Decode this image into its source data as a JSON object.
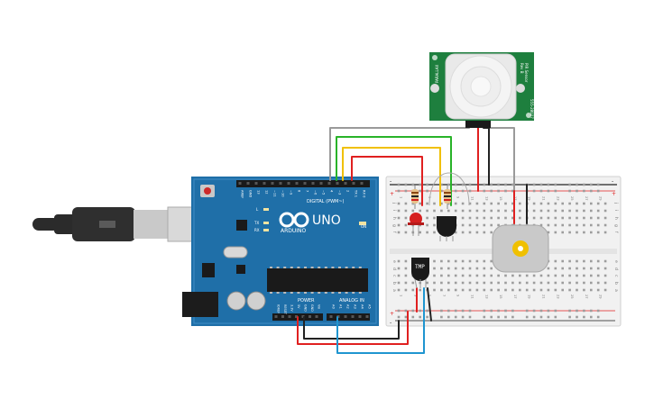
{
  "arduino": {
    "model_label": "UNO",
    "brand_label": "ARDUINO",
    "digital_header_label": "DIGITAL (PWM~)",
    "power_header_label": "POWER",
    "analog_header_label": "ANALOG IN",
    "on_label": "ON",
    "led_labels": {
      "l": "L",
      "tx": "TX",
      "rx": "RX"
    },
    "digital_pin_labels": [
      "AREF",
      "GND",
      "13",
      "12",
      "~11",
      "~10",
      "~9",
      "8",
      "7",
      "~6",
      "~5",
      "4",
      "~3",
      "2",
      "TX 1",
      "RX 0"
    ],
    "power_pin_labels": [
      "IOREF",
      "RESET",
      "3.3V",
      "5V",
      "GND",
      "GND",
      "Vin"
    ],
    "analog_pin_labels": [
      "A0",
      "A1",
      "A2",
      "A3",
      "A4",
      "A5"
    ]
  },
  "pir_sensor": {
    "side_text_left": "PARALLAX",
    "side_text_right_1": "PIR Sensor",
    "side_text_right_2": "555-28027",
    "side_text_right_3": "Rev B"
  },
  "temp_sensor": {
    "label": "TMP"
  },
  "breadboard": {
    "row_letters_top": [
      "j",
      "i",
      "h",
      "g",
      "f"
    ],
    "row_letters_bottom": [
      "e",
      "d",
      "c",
      "b",
      "a"
    ],
    "column_numbers": [
      "1",
      "3",
      "5",
      "7",
      "9",
      "11",
      "13",
      "15",
      "17",
      "19",
      "21",
      "23",
      "25",
      "27",
      "29"
    ],
    "rail_plus": "+",
    "rail_minus": "-"
  },
  "colors": {
    "board": "#1f6fa8",
    "pcb_green": "#1e7f3e",
    "wire_red": "#e02020",
    "wire_black": "#222222",
    "wire_green": "#29b329",
    "wire_yellow": "#f0c000",
    "wire_gray": "#9a9a9a",
    "wire_blue": "#1f95d0",
    "led_red": "#d62020"
  }
}
